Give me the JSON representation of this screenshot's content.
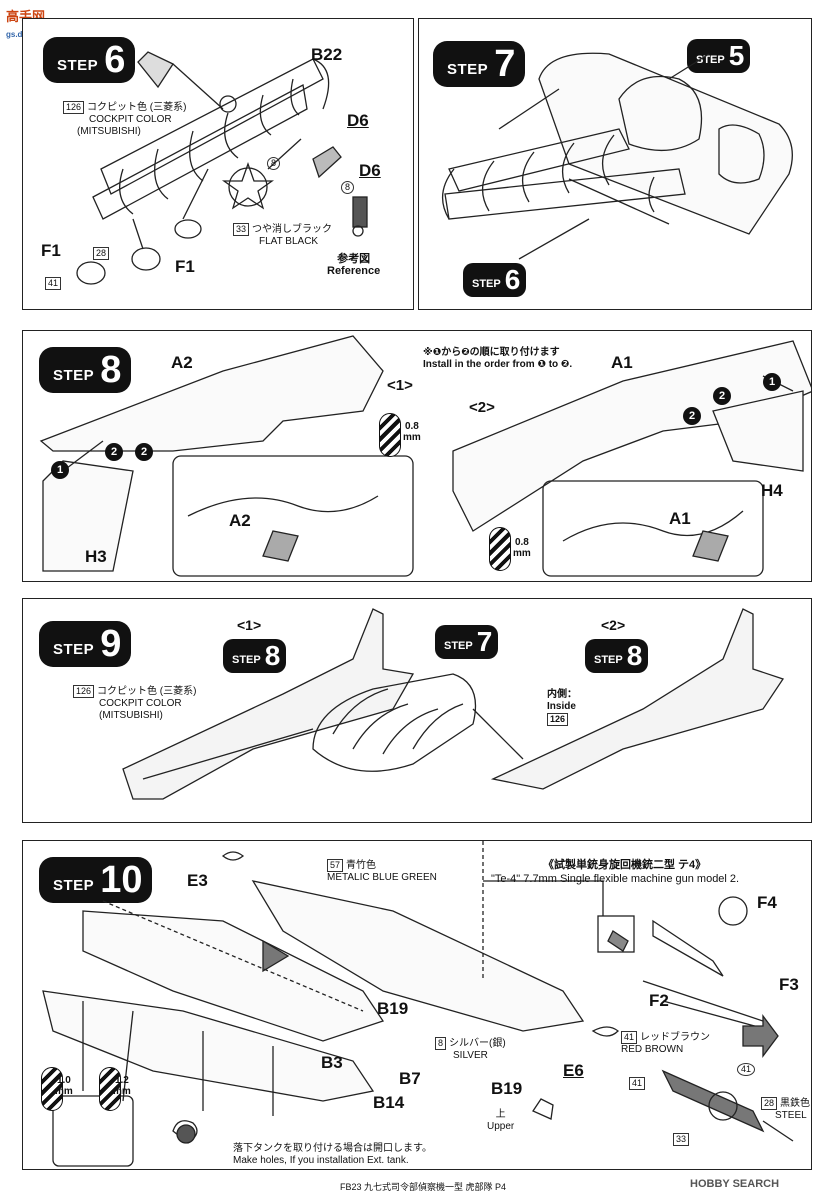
{
  "watermark": {
    "site": "高手网",
    "url": "gs.dashou.com"
  },
  "step6": {
    "word": "STEP",
    "num": "6",
    "color_code": "126",
    "color_jp": "コクピット色 (三菱系)",
    "color_en": "COCKPIT COLOR",
    "color_en2": "(MITSUBISHI)",
    "b22": "B22",
    "d6": "D6",
    "d6b": "D6",
    "c8a": "8",
    "c8b": "8",
    "f1a": "F1",
    "f1b": "F1",
    "c28": "28",
    "c41": "41",
    "flat_code": "33",
    "flat_jp": "つや消しブラック",
    "flat_en": "FLAT BLACK",
    "ref_jp": "参考図",
    "ref_en": "Reference"
  },
  "step7": {
    "word": "STEP",
    "num": "7",
    "s5word": "STEP",
    "s5num": "5",
    "s6word": "STEP",
    "s6num": "6"
  },
  "step8": {
    "word": "STEP",
    "num": "8",
    "a2": "A2",
    "a2b": "A2",
    "a1": "A1",
    "a1b": "A1",
    "h3": "H3",
    "h4": "H4",
    "p1": "<1>",
    "p2": "<2>",
    "note_jp": "※❶から❷の順に取り付けます",
    "note_en": "Install in the order from ❶ to ❷.",
    "drill_val": "0.8",
    "drill_unit": "mm",
    "drill2_val": "0.8",
    "drill2_unit": "mm",
    "n1": "1",
    "n2": "2",
    "n2b": "2",
    "n1b": "1",
    "n2c": "2",
    "n2d": "2"
  },
  "step9": {
    "word": "STEP",
    "num": "9",
    "s8a_p": "<1>",
    "s8a_word": "STEP",
    "s8a_num": "8",
    "s7_word": "STEP",
    "s7_num": "7",
    "s8b_p": "<2>",
    "s8b_word": "STEP",
    "s8b_num": "8",
    "color_code": "126",
    "color_jp": "コクピット色 (三菱系)",
    "color_en": "COCKPIT COLOR",
    "color_en2": "(MITSUBISHI)",
    "inside_jp": "内側：",
    "inside_en": "Inside",
    "inside_code": "126"
  },
  "step10": {
    "word": "STEP",
    "num": "10",
    "e3": "E3",
    "c57": "57",
    "c57_jp": "青竹色",
    "c57_en": "METALIC BLUE GREEN",
    "b19": "B19",
    "b19b": "B19",
    "c8": "8",
    "c8_jp": "シルバー(銀)",
    "c8_en": "SILVER",
    "e6": "E6",
    "b3": "B3",
    "b7": "B7",
    "b14": "B14",
    "d1": "1.0",
    "d1u": "mm",
    "d2": "1.2",
    "d2u": "mm",
    "upper_jp": "上",
    "upper_en": "Upper",
    "hole_jp": "落下タンクを取り付ける場合は開口します。",
    "hole_en": "Make holes, If you installation Ext. tank.",
    "gun_jp": "《試製単銃身旋回機銃二型 テ4》",
    "gun_en": "\"Te-4\" 7.7mm Single flexible machine gun model 2.",
    "f4": "F4",
    "f2": "F2",
    "f3": "F3",
    "c41": "41",
    "c41_jp": "レッドブラウン",
    "c41_en": "RED BROWN",
    "c41b": "41",
    "c41c": "41",
    "c28": "28",
    "c28_jp": "黒鉄色",
    "c28_en": "STEEL",
    "c33": "33"
  },
  "footer": {
    "code": "FB23 九七式司令部偵察機一型 虎部隊 P4",
    "brand": "HOBBY SEARCH"
  }
}
